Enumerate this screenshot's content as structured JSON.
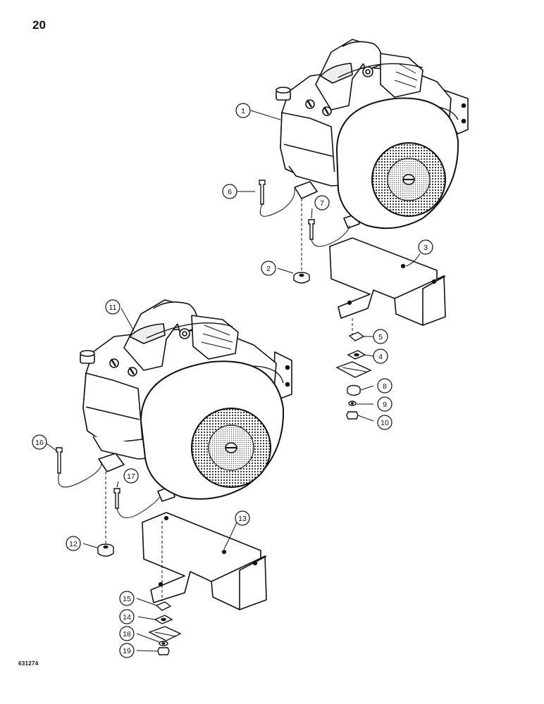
{
  "page": {
    "number": "20",
    "figure_code": "631274"
  },
  "callouts": [
    "1",
    "2",
    "3",
    "4",
    "5",
    "6",
    "7",
    "8",
    "9",
    "10",
    "11",
    "12",
    "13",
    "14",
    "15",
    "16",
    "17",
    "18",
    "19"
  ]
}
